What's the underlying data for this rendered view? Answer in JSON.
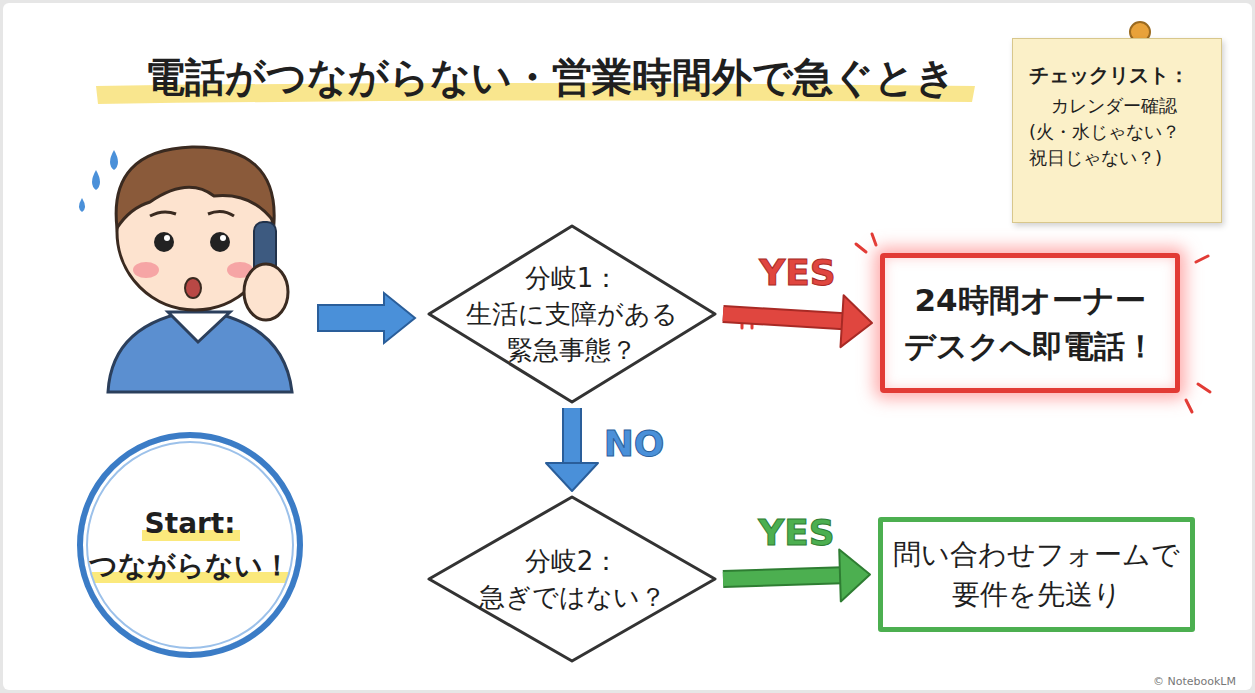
{
  "diagram": {
    "title": "電話がつながらない・営業時間外で急ぐとき",
    "nodes": [
      {
        "text": [
          "Start: つながらない！"
        ]
      },
      {
        "text": [
          "分岐1： 生活に支障がある 緊急事態？"
        ]
      },
      {
        "text": [
          "24時間オーナー デスクへ即電話！"
        ]
      },
      {
        "text": [
          "分岐2： 急ぎではない？"
        ]
      },
      {
        "text": [
          "問い合わせフォームで 要件を先送り"
        ]
      },
      {
        "text": [
          "チェックリスト：",
          "カレンダー確認 (火・水じゃない？ 祝日じゃない？)"
        ]
      }
    ],
    "edges": [
      {
        "from": 1,
        "to": 2,
        "arrow": "to",
        "label": "YES"
      },
      {
        "from": 1,
        "to": 3,
        "arrow": "to",
        "label": "NO"
      },
      {
        "from": 3,
        "to": 4,
        "arrow": "to",
        "label": "YES"
      }
    ],
    "labels": [
      "© NotebookLM"
    ]
  }
}
